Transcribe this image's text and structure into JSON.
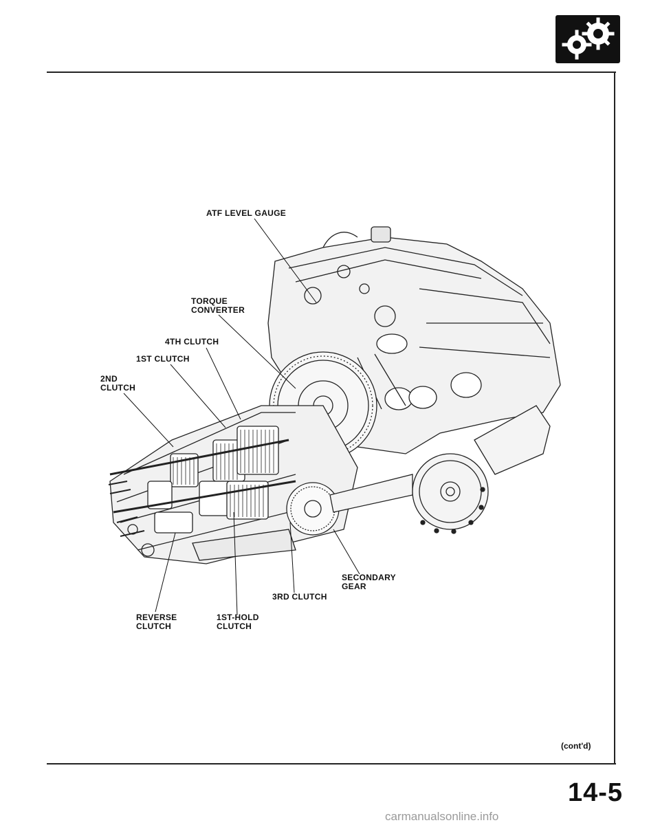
{
  "section_icon": "gears-icon",
  "labels": {
    "atf_level_gauge": "ATF LEVEL GAUGE",
    "torque_converter": "TORQUE\nCONVERTER",
    "fourth_clutch": "4TH CLUTCH",
    "first_clutch": "1ST CLUTCH",
    "second_clutch": "2ND\nCLUTCH",
    "secondary_gear": "SECONDARY\nGEAR",
    "third_clutch": "3RD CLUTCH",
    "reverse_clutch": "REVERSE\nCLUTCH",
    "first_hold_clutch": "1ST-HOLD\nCLUTCH"
  },
  "footer": {
    "continued": "(cont'd)",
    "page_number": "14-5"
  },
  "watermark": "carmanualsonline.info"
}
